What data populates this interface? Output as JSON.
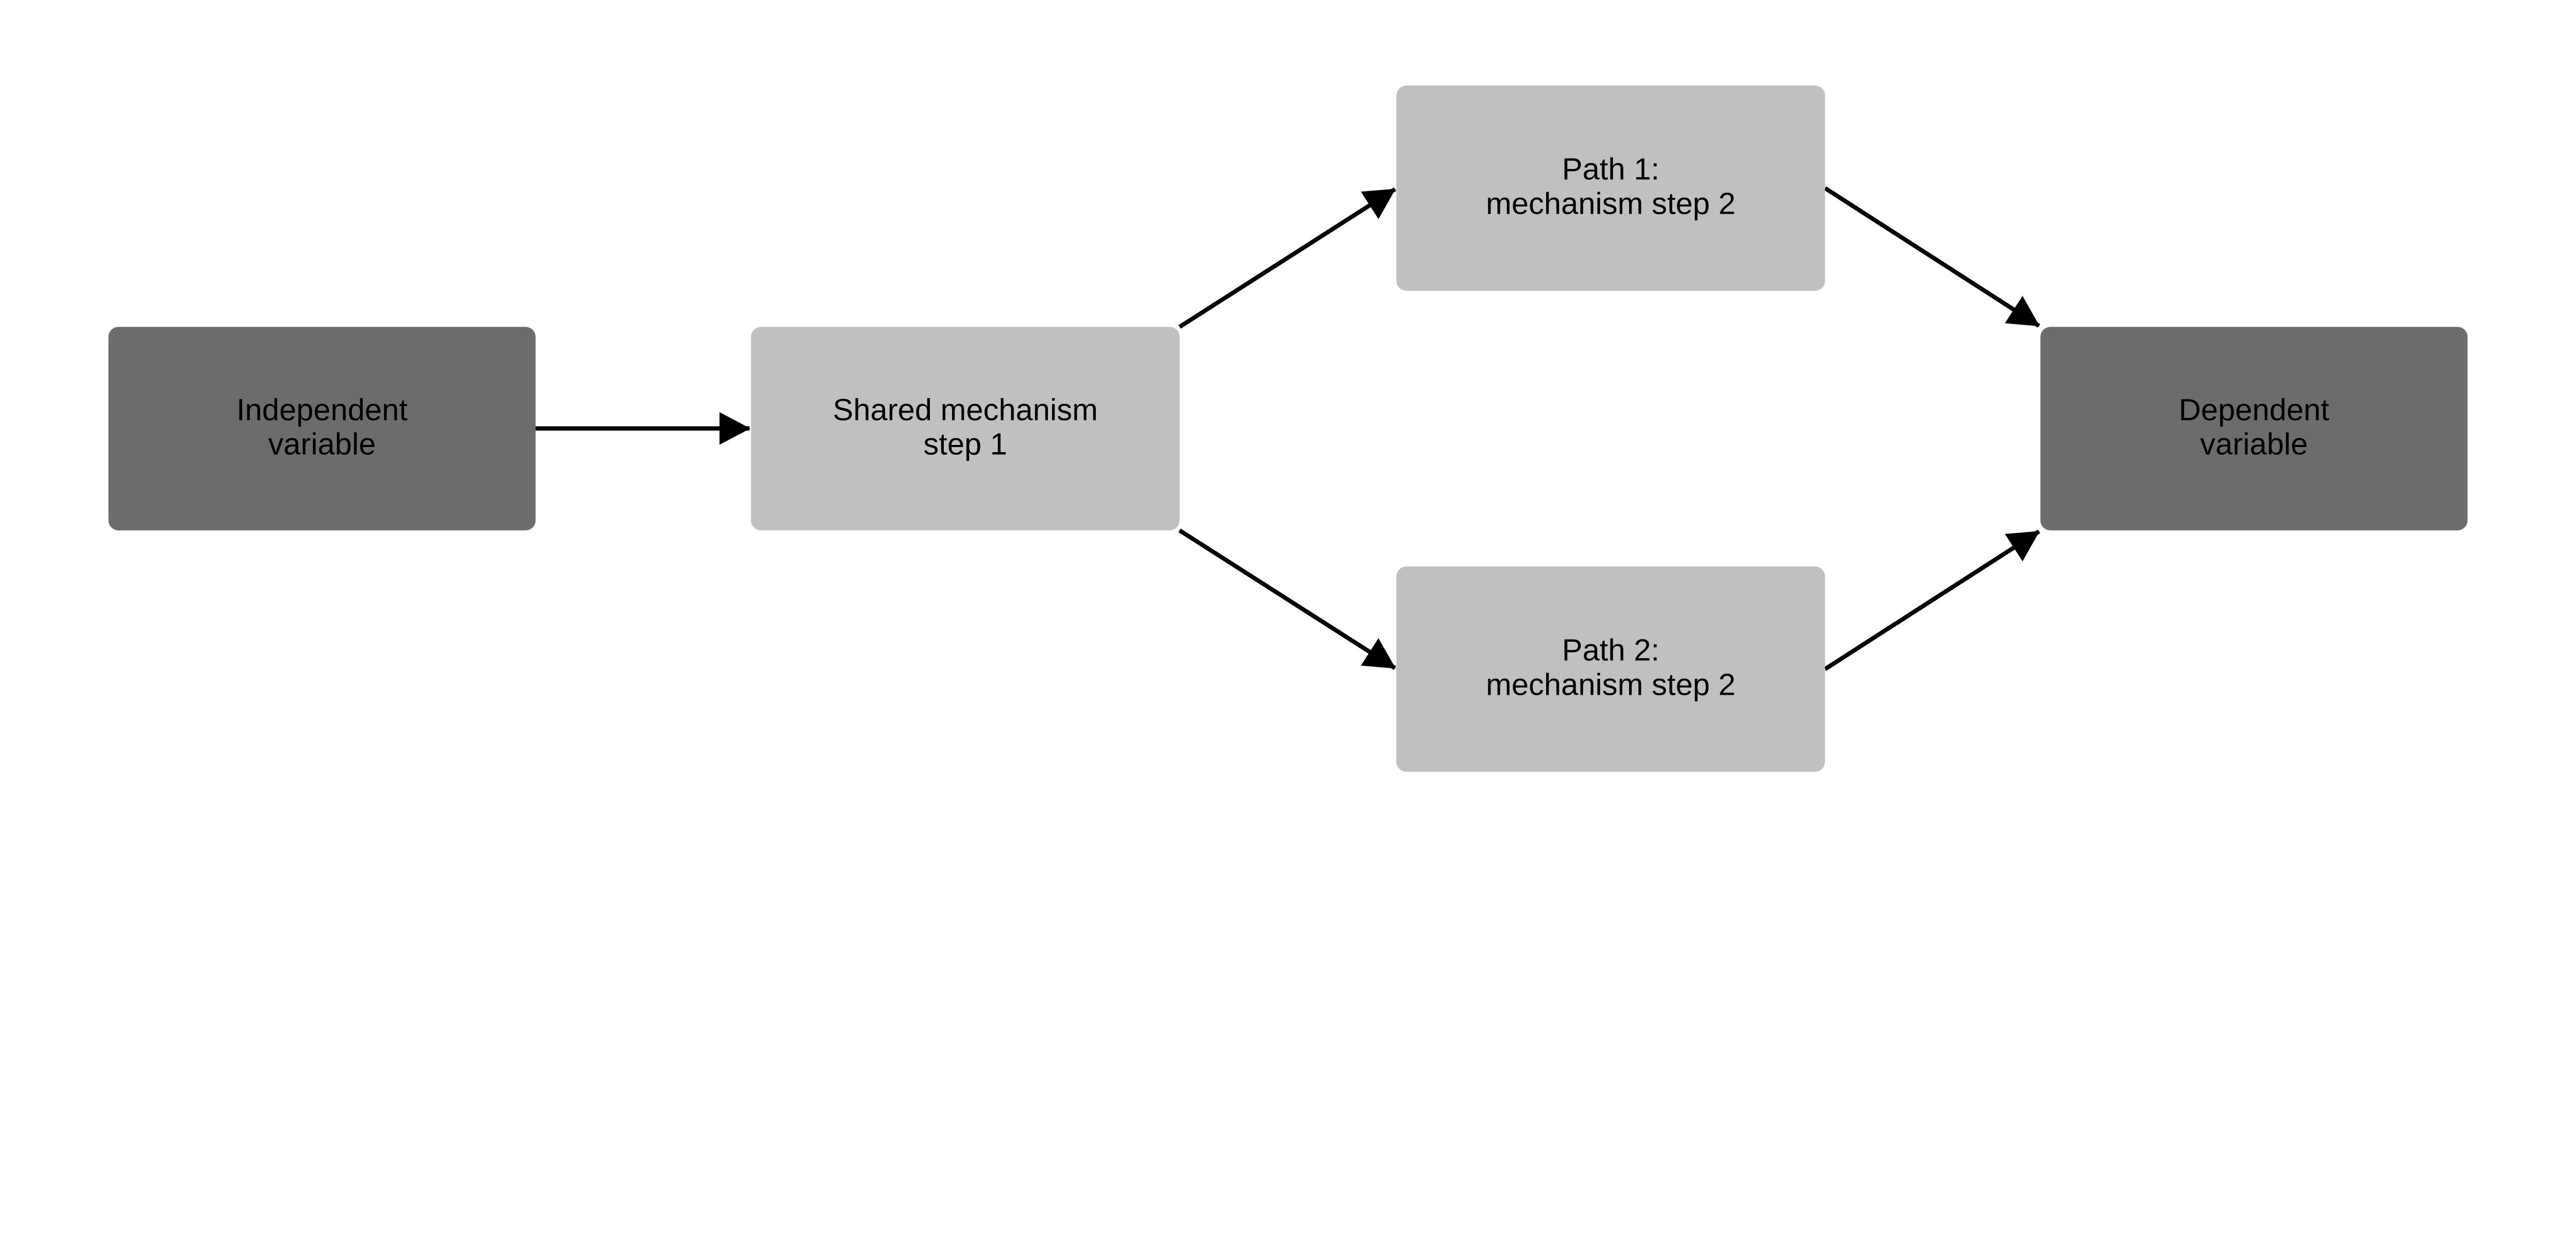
{
  "colors": {
    "outcome_node": "#6c6c6c",
    "mechanism_node": "#c0c0c0",
    "edge": "#000000",
    "background": "#ffffff"
  },
  "nodes": {
    "independent": {
      "line1": "Independent",
      "line2": "variable"
    },
    "shared": {
      "line1": "Shared mechanism",
      "line2": "step 1"
    },
    "path1": {
      "line1": "Path 1:",
      "line2": "mechanism step 2"
    },
    "path2": {
      "line1": "Path 2:",
      "line2": "mechanism step 2"
    },
    "dependent": {
      "line1": "Dependent",
      "line2": "variable"
    }
  },
  "edges": [
    {
      "from": "independent",
      "to": "shared"
    },
    {
      "from": "shared",
      "to": "path1"
    },
    {
      "from": "shared",
      "to": "path2"
    },
    {
      "from": "path1",
      "to": "dependent"
    },
    {
      "from": "path2",
      "to": "dependent"
    }
  ]
}
